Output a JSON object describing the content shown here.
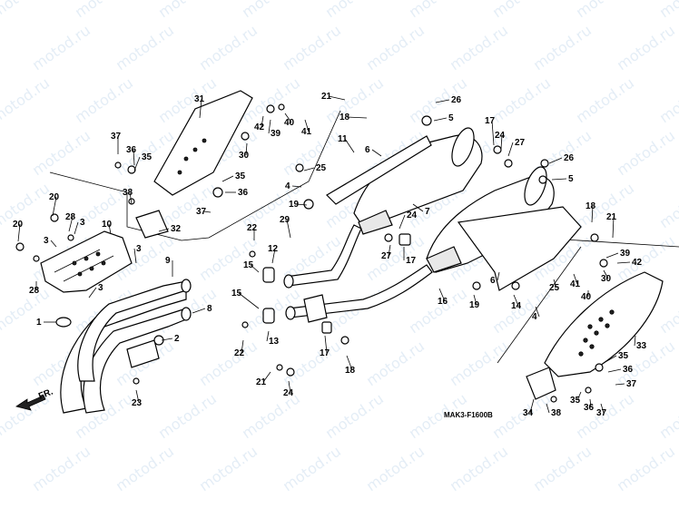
{
  "diagram": {
    "watermark": "motod.ru",
    "drawing_code": "MAK3-F1600B",
    "front_marker": "FR.",
    "callouts": [
      "1",
      "2",
      "3",
      "4",
      "5",
      "6",
      "7",
      "8",
      "9",
      "10",
      "11",
      "12",
      "13",
      "14",
      "15",
      "16",
      "17",
      "18",
      "19",
      "20",
      "21",
      "22",
      "23",
      "24",
      "25",
      "26",
      "27",
      "28",
      "29",
      "30",
      "31",
      "32",
      "33",
      "34",
      "35",
      "36",
      "37",
      "38",
      "39",
      "40",
      "41",
      "42"
    ]
  }
}
